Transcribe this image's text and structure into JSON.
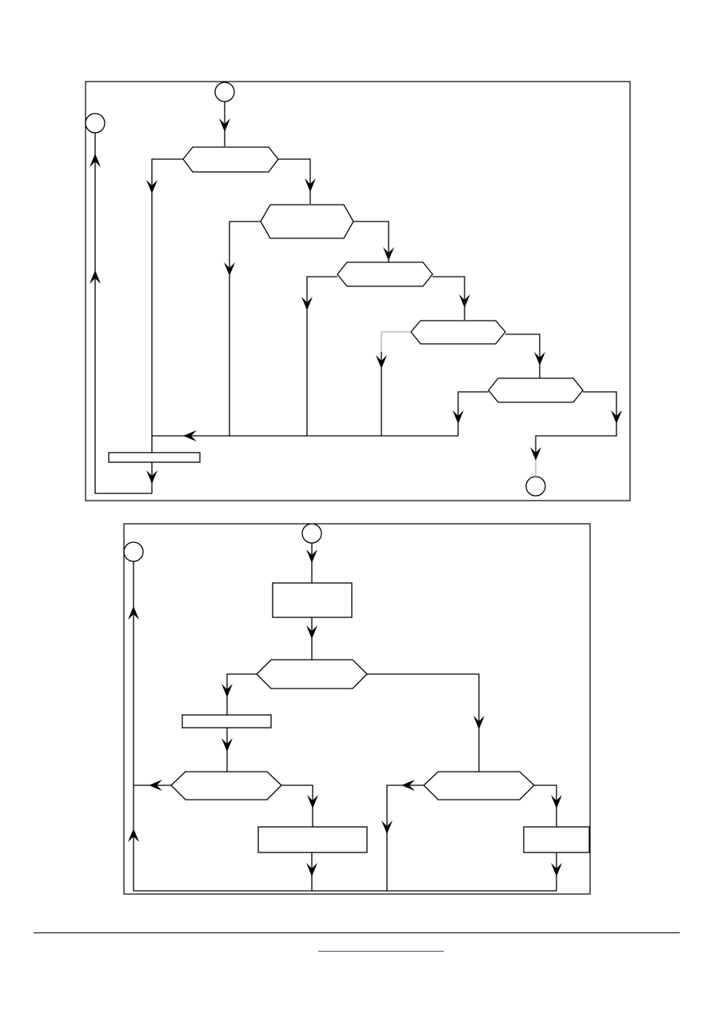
{
  "page": {
    "background": "#ffffff"
  },
  "diagrams": [
    {
      "id": "flowchart-top",
      "type": "flowchart",
      "decisions": 5,
      "process_bars": 1,
      "connectors": 3
    },
    {
      "id": "flowchart-bottom",
      "type": "flowchart",
      "decisions": 3,
      "process_boxes": 3,
      "process_bars": 1,
      "connectors": 2
    }
  ],
  "colors": {
    "lines": "#000000",
    "link": "#2a3fd6"
  },
  "footer": {
    "link_text": ""
  }
}
